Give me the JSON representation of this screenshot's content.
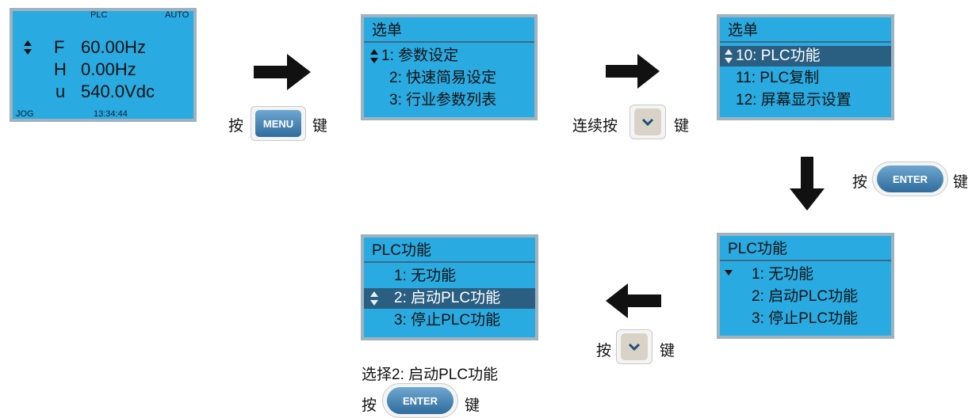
{
  "status_screen": {
    "top_plc": "PLC",
    "top_auto": "AUTO",
    "lines": [
      {
        "letter": "F",
        "value": "60.00Hz"
      },
      {
        "letter": "H",
        "value": "0.00Hz"
      },
      {
        "letter": "u",
        "value": "540.0Vdc"
      }
    ],
    "bottom_left": "JOG",
    "bottom_time": "13:34:44"
  },
  "menu_screen_1": {
    "title": "选单",
    "items": [
      "1: 参数设定",
      "2: 快速简易设定",
      "3: 行业参数列表"
    ]
  },
  "menu_screen_2": {
    "title": "选单",
    "items": [
      "10: PLC功能",
      "11: PLC复制",
      "12: 屏幕显示设置"
    ]
  },
  "plc_screen_a": {
    "title": "PLC功能",
    "items": [
      "1: 无功能",
      "2: 启动PLC功能",
      "3: 停止PLC功能"
    ]
  },
  "plc_screen_b": {
    "title": "PLC功能",
    "items": [
      "1: 无功能",
      "2: 启动PLC功能",
      "3: 停止PLC功能"
    ]
  },
  "steps": {
    "press": "按",
    "key_suffix": "键",
    "press_continuous": "连续按",
    "select_caption": "选择2: 启动PLC功能"
  },
  "keys": {
    "menu": "MENU",
    "enter": "ENTER"
  }
}
